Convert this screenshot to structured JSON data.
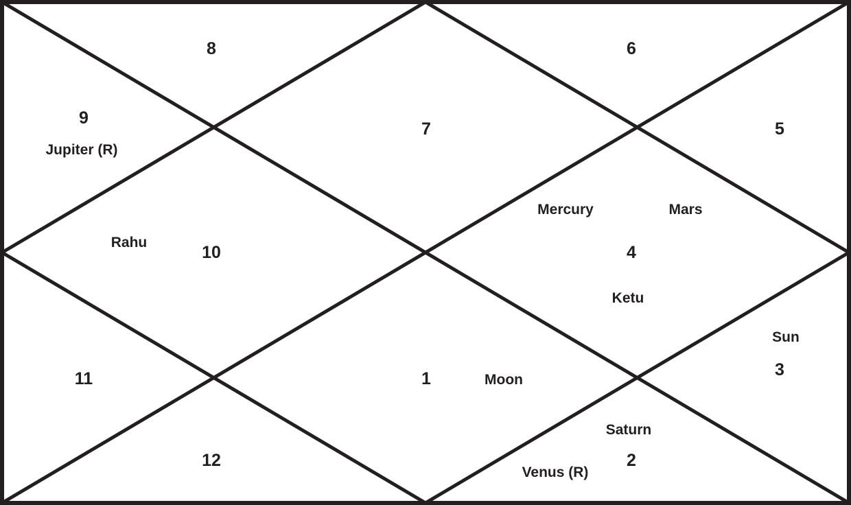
{
  "colors": {
    "line": "#231f20",
    "background": "#ffffff",
    "text": "#231f20"
  },
  "houses": [
    {
      "number": "1",
      "planets": [
        "Moon"
      ]
    },
    {
      "number": "2",
      "planets": [
        "Saturn",
        "Venus (R)"
      ]
    },
    {
      "number": "3",
      "planets": [
        "Sun"
      ]
    },
    {
      "number": "4",
      "planets": [
        "Mercury",
        "Mars",
        "Ketu"
      ]
    },
    {
      "number": "5",
      "planets": []
    },
    {
      "number": "6",
      "planets": []
    },
    {
      "number": "7",
      "planets": []
    },
    {
      "number": "8",
      "planets": []
    },
    {
      "number": "9",
      "planets": [
        "Jupiter (R)"
      ]
    },
    {
      "number": "10",
      "planets": [
        "Rahu"
      ]
    },
    {
      "number": "11",
      "planets": []
    },
    {
      "number": "12",
      "planets": []
    }
  ]
}
